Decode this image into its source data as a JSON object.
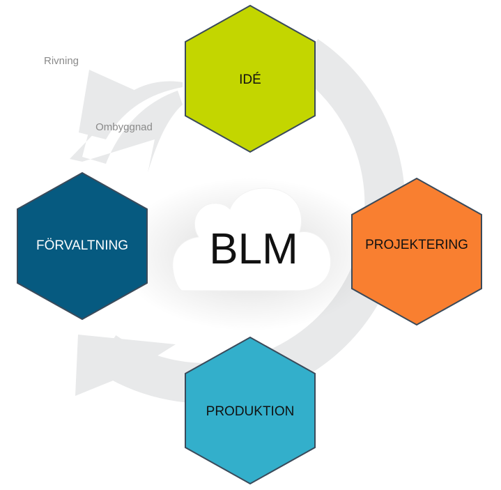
{
  "center": {
    "label": "BLM"
  },
  "stages": [
    {
      "id": "ide",
      "label": "IDÉ",
      "fill": "#c3d600",
      "text_color": "#111111"
    },
    {
      "id": "projektering",
      "label": "PROJEKTERING",
      "fill": "#f97f30",
      "text_color": "#111111"
    },
    {
      "id": "produktion",
      "label": "PRODUKTION",
      "fill": "#33afcb",
      "text_color": "#111111"
    },
    {
      "id": "forvaltning",
      "label": "FÖRVALTNING",
      "fill": "#065a80",
      "text_color": "#ffffff"
    }
  ],
  "side_labels": {
    "rivning": "Rivning",
    "ombyggnad": "Ombyggnad"
  },
  "colors": {
    "arrow": "#e8e9ea",
    "hex_border": "#3a4a5a",
    "cloud": "#ffffff",
    "side_text": "#8a8a8a"
  }
}
